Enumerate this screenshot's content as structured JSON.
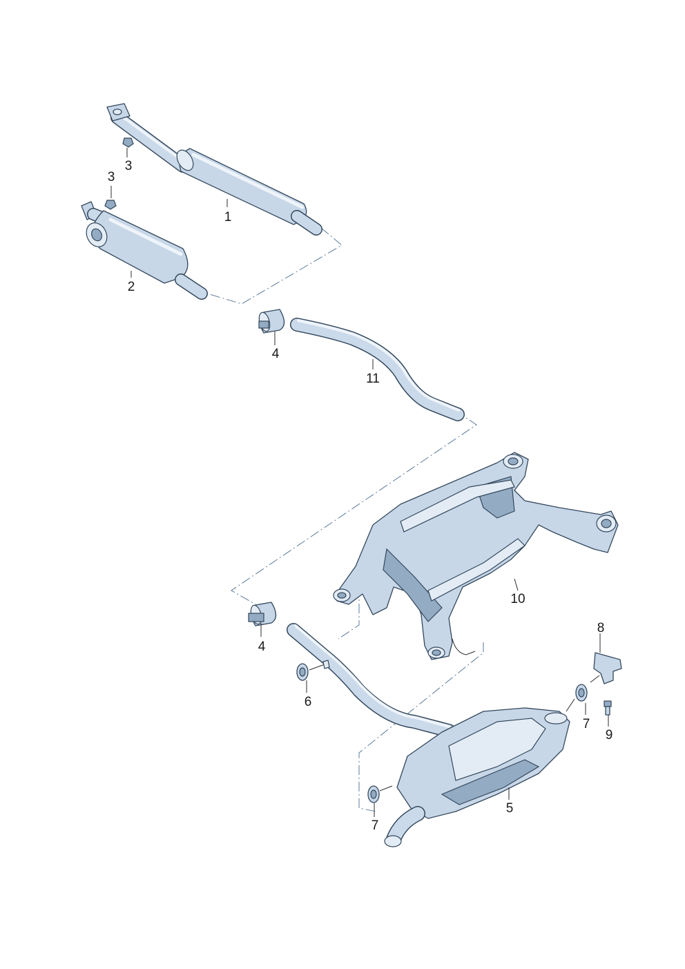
{
  "callouts": [
    {
      "id": "1",
      "text": "1"
    },
    {
      "id": "2",
      "text": "2"
    },
    {
      "id": "3a",
      "text": "3"
    },
    {
      "id": "3b",
      "text": "3"
    },
    {
      "id": "4a",
      "text": "4"
    },
    {
      "id": "4b",
      "text": "4"
    },
    {
      "id": "5",
      "text": "5"
    },
    {
      "id": "6",
      "text": "6"
    },
    {
      "id": "7a",
      "text": "7"
    },
    {
      "id": "7b",
      "text": "7"
    },
    {
      "id": "8",
      "text": "8"
    },
    {
      "id": "9",
      "text": "9"
    },
    {
      "id": "10",
      "text": "10"
    },
    {
      "id": "11",
      "text": "11"
    }
  ]
}
